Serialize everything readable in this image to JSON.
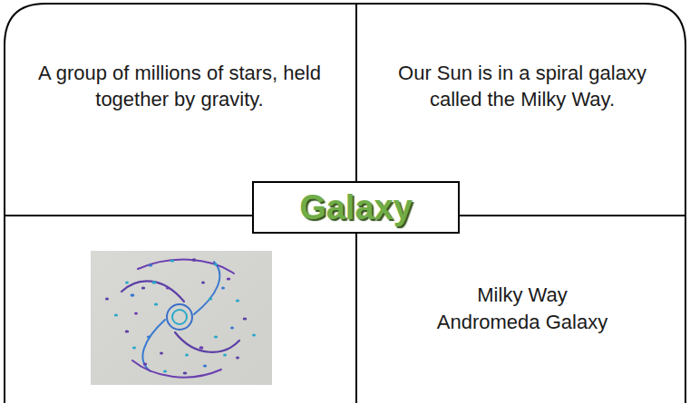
{
  "diagram": {
    "nodes": [
      {
        "text": [
          "Galaxy"
        ]
      }
    ],
    "labels": [
      "A group of millions of stars, held together by gravity.",
      "Our Sun is in a spiral galaxy called the Milky Way.",
      "Milky Way",
      "Andromeda Galaxy"
    ]
  }
}
